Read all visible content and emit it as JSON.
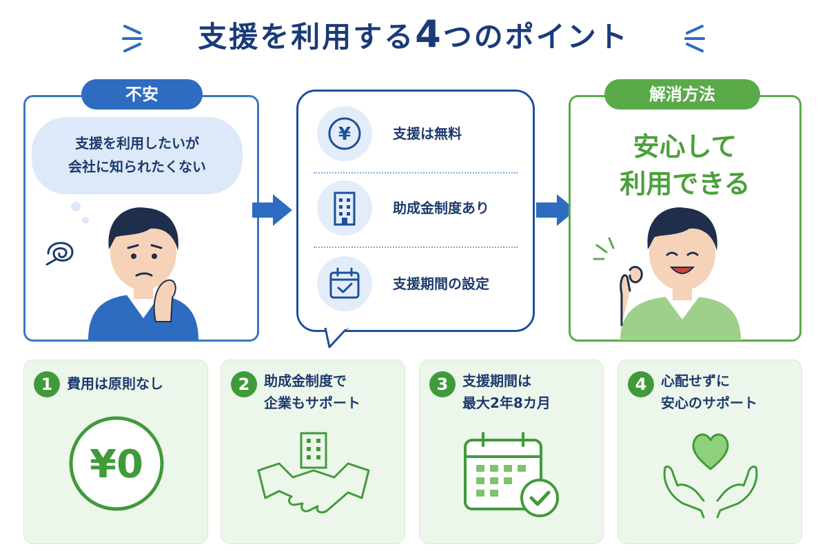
{
  "title": {
    "prefix": "支援を利用する",
    "number": "4",
    "suffix": "つのポイント"
  },
  "left_panel": {
    "label": "不安",
    "bubble_line1": "支援を利用したいが",
    "bubble_line2": "会社に知られたくない"
  },
  "middle_panel": {
    "items": [
      {
        "icon": "yen-icon",
        "label": "支援は無料"
      },
      {
        "icon": "building-icon",
        "label": "助成金制度あり"
      },
      {
        "icon": "calendar-check-icon",
        "label": "支援期間の設定"
      }
    ]
  },
  "right_panel": {
    "label": "解消方法",
    "line1": "安心して",
    "line2": "利用できる"
  },
  "points": [
    {
      "number": "1",
      "line1": "費用は原則なし",
      "line2": "",
      "icon": "yen-zero-icon",
      "icon_text": "¥0"
    },
    {
      "number": "2",
      "line1": "助成金制度で",
      "line2": "企業もサポート",
      "icon": "handshake-building-icon"
    },
    {
      "number": "3",
      "line1": "支援期間は",
      "line2": "最大2年8カ月",
      "icon": "calendar-check-icon"
    },
    {
      "number": "4",
      "line1": "心配せずに",
      "line2": "安心のサポート",
      "icon": "heart-hands-icon"
    }
  ],
  "colors": {
    "navy": "#1a3a78",
    "blue": "#2d6cc0",
    "green": "#5aaa4a",
    "card_bg": "#edf6ea"
  }
}
